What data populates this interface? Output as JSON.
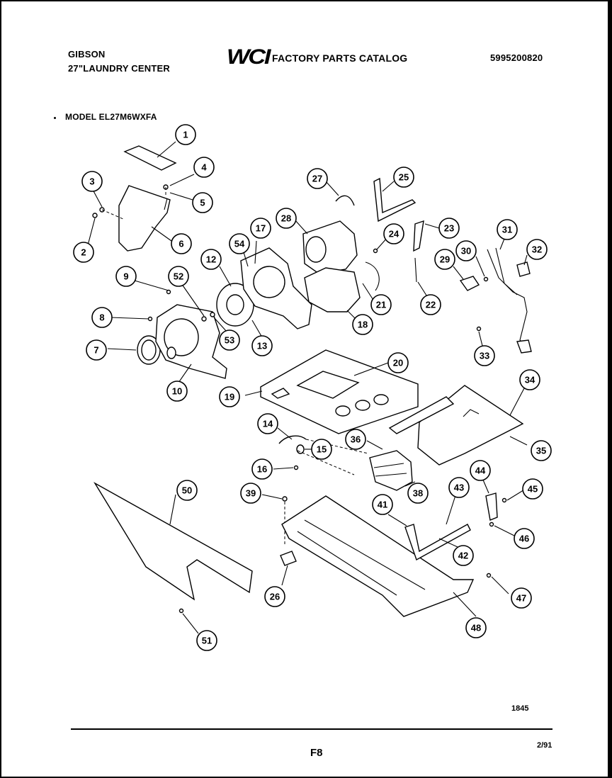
{
  "header": {
    "brand": "GIBSON",
    "product": "27\"LAUNDRY CENTER",
    "logo": "WCI",
    "catalog_title": "FACTORY PARTS CATALOG",
    "part_number": "5995200820",
    "model": "MODEL EL27M6WXFA"
  },
  "footer": {
    "code": "1845",
    "page": "F8",
    "date": "2/91"
  },
  "callouts": [
    {
      "id": "c1",
      "label": "1"
    },
    {
      "id": "c2",
      "label": "2"
    },
    {
      "id": "c3",
      "label": "3"
    },
    {
      "id": "c4",
      "label": "4"
    },
    {
      "id": "c5",
      "label": "5"
    },
    {
      "id": "c6",
      "label": "6"
    },
    {
      "id": "c7",
      "label": "7"
    },
    {
      "id": "c8",
      "label": "8"
    },
    {
      "id": "c9",
      "label": "9"
    },
    {
      "id": "c10",
      "label": "10"
    },
    {
      "id": "c12",
      "label": "12"
    },
    {
      "id": "c13",
      "label": "13"
    },
    {
      "id": "c14",
      "label": "14"
    },
    {
      "id": "c15",
      "label": "15"
    },
    {
      "id": "c16",
      "label": "16"
    },
    {
      "id": "c17",
      "label": "17"
    },
    {
      "id": "c18",
      "label": "18"
    },
    {
      "id": "c19",
      "label": "19"
    },
    {
      "id": "c20",
      "label": "20"
    },
    {
      "id": "c21",
      "label": "21"
    },
    {
      "id": "c22",
      "label": "22"
    },
    {
      "id": "c23",
      "label": "23"
    },
    {
      "id": "c24",
      "label": "24"
    },
    {
      "id": "c25",
      "label": "25"
    },
    {
      "id": "c26",
      "label": "26"
    },
    {
      "id": "c27",
      "label": "27"
    },
    {
      "id": "c28",
      "label": "28"
    },
    {
      "id": "c29",
      "label": "29"
    },
    {
      "id": "c30",
      "label": "30"
    },
    {
      "id": "c31",
      "label": "31"
    },
    {
      "id": "c32",
      "label": "32"
    },
    {
      "id": "c33",
      "label": "33"
    },
    {
      "id": "c34",
      "label": "34"
    },
    {
      "id": "c35",
      "label": "35"
    },
    {
      "id": "c36",
      "label": "36"
    },
    {
      "id": "c38",
      "label": "38"
    },
    {
      "id": "c39",
      "label": "39"
    },
    {
      "id": "c41",
      "label": "41"
    },
    {
      "id": "c42",
      "label": "42"
    },
    {
      "id": "c43",
      "label": "43"
    },
    {
      "id": "c44",
      "label": "44"
    },
    {
      "id": "c45",
      "label": "45"
    },
    {
      "id": "c46",
      "label": "46"
    },
    {
      "id": "c47",
      "label": "47"
    },
    {
      "id": "c48",
      "label": "48"
    },
    {
      "id": "c50",
      "label": "50"
    },
    {
      "id": "c51",
      "label": "51"
    },
    {
      "id": "c52",
      "label": "52"
    },
    {
      "id": "c53",
      "label": "53"
    },
    {
      "id": "c54",
      "label": "54"
    }
  ]
}
